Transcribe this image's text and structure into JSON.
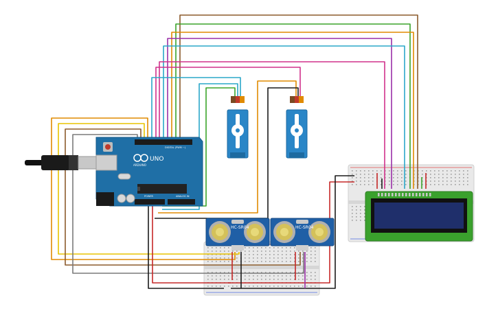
{
  "canvas": {
    "background": "#ffffff"
  },
  "arduino": {
    "model_label": "UNO",
    "brand_label": "ARDUINO",
    "digital_label": "DIGITAL (PWM ~)",
    "power_label": "POWER",
    "analog_label": "ANALOG IN",
    "board_color": "#1f6fa6",
    "chip_color": "#222222"
  },
  "sensors": [
    {
      "label": "HC-SR04"
    },
    {
      "label": "HC-SR04"
    }
  ],
  "servos": [
    {
      "icon": "servo-motor"
    },
    {
      "icon": "servo-motor"
    }
  ],
  "lcd": {
    "type": "16x2 LCD",
    "screen_color": "#1f2f6b",
    "board_color": "#3aa12d"
  },
  "breadboards": [
    {
      "kind": "half"
    },
    {
      "kind": "half"
    }
  ],
  "wire_colors": {
    "red": "#c62828",
    "black": "#1a1a1a",
    "orange": "#e08a00",
    "yellow": "#e8c300",
    "green": "#3aa32a",
    "cyan": "#2aa7c9",
    "purple": "#9a2fa8",
    "magenta": "#d1308a",
    "brown": "#8b5a2b",
    "gray": "#7a7a7a"
  }
}
